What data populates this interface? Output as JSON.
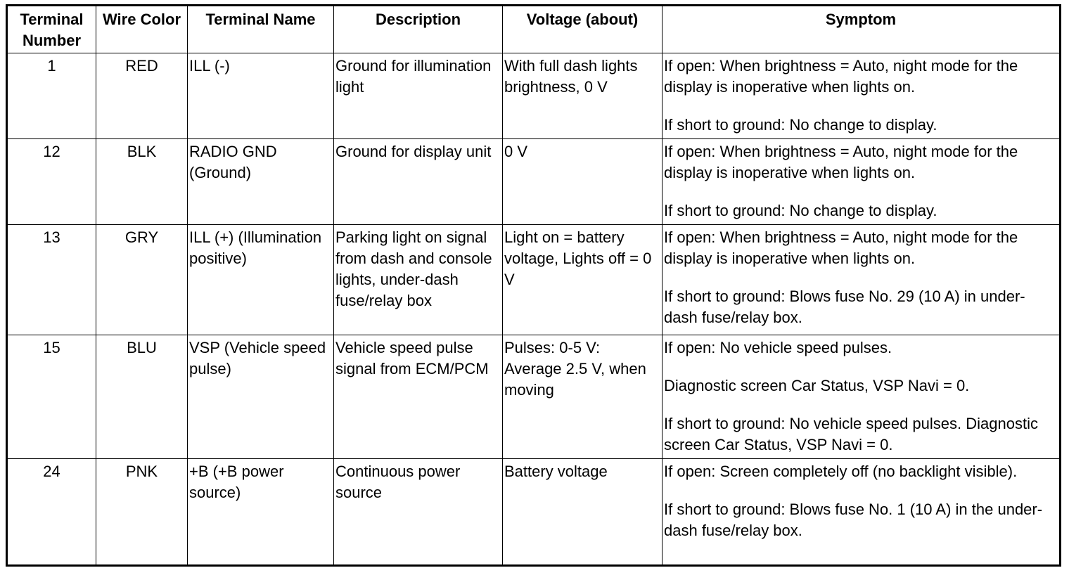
{
  "headers": {
    "terminal_number": "Terminal Number",
    "wire_color": "Wire Color",
    "terminal_name": "Terminal Name",
    "description": "Description",
    "voltage": "Voltage (about)",
    "symptom": "Symptom"
  },
  "rows": [
    {
      "number": "1",
      "color": "RED",
      "name": "ILL (-)",
      "description": "Ground for illumination light",
      "voltage": "With full dash lights brightness, 0 V",
      "symptom": [
        "If open: When brightness = Auto, night mode for the display is inoperative when lights on.",
        "If short to ground: No change to display."
      ]
    },
    {
      "number": "12",
      "color": "BLK",
      "name": "RADIO GND (Ground)",
      "description": "Ground for display unit",
      "voltage": "0 V",
      "symptom": [
        "If open: When brightness = Auto, night mode for the display is inoperative when lights on.",
        "If short to ground: No change to display."
      ]
    },
    {
      "number": "13",
      "color": "GRY",
      "name": "ILL (+) (Illumination positive)",
      "description": "Parking light on signal from dash and console lights, under-dash fuse/relay box",
      "voltage": "Light on = battery voltage, Lights off = 0 V",
      "symptom": [
        "If open: When brightness = Auto, night mode for the display is inoperative when lights on.",
        "If short to ground: Blows fuse No. 29 (10 A)   in under-dash fuse/relay   box."
      ]
    },
    {
      "number": "15",
      "color": "BLU",
      "name": "VSP (Vehicle speed pulse)",
      "description": "Vehicle speed pulse signal from ECM/PCM",
      "voltage": "Pulses: 0-5 V: Average 2.5 V, when moving",
      "symptom": [
        "If open: No vehicle speed pulses.",
        "Diagnostic screen Car Status, VSP Navi = 0.",
        "If short to ground: No vehicle speed pulses. Diagnostic screen Car Status, VSP Navi = 0."
      ]
    },
    {
      "number": "24",
      "color": "PNK",
      "name": "+B (+B power source)",
      "description": "Continuous power source",
      "voltage": "Battery voltage",
      "symptom": [
        "If open: Screen completely off (no backlight visible).",
        "If short to ground: Blows fuse No. 1 (10 A)   in the under-dash fuse/relay box."
      ]
    }
  ]
}
